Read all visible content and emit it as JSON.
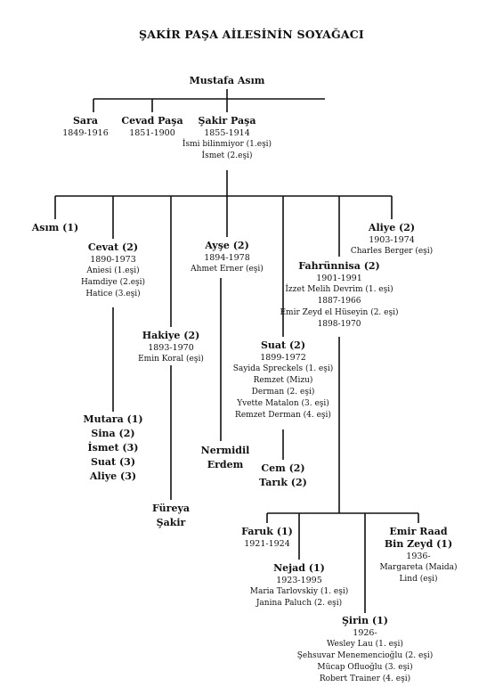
{
  "title": "ŞAKİR PAŞA AİLESİNİN SOYAĞACI",
  "root": "Mustafa Asım",
  "gen1": {
    "sara": {
      "name": "Sara",
      "years": "1849-1916"
    },
    "cevad": {
      "name": "Cevad Paşa",
      "years": "1851-1900"
    },
    "sakir": {
      "name": "Şakir Paşa",
      "years": "1855-1914",
      "spouses": [
        "İsmi bilinmiyor (1.eşi)",
        "İsmet (2.eşi)"
      ]
    }
  },
  "gen2": {
    "asim": {
      "name": "Asım (1)"
    },
    "cevat": {
      "name": "Cevat (2)",
      "years": "1890-1973",
      "spouses": [
        "Aniesi (1.eşi)",
        "Hamdiye (2.eşi)",
        "Hatice (3.eşi)"
      ]
    },
    "hakiye": {
      "name": "Hakiye (2)",
      "years": "1893-1970",
      "spouses": [
        "Emin Koral (eşi)"
      ]
    },
    "ayse": {
      "name": "Ayşe (2)",
      "years": "1894-1978",
      "spouses": [
        "Ahmet Erner (eşi)"
      ]
    },
    "suat": {
      "name": "Suat (2)",
      "years": "1899-1972",
      "spouses": [
        "Sayida Spreckels (1. eşi)",
        "Remzet (Mizu)",
        "Derman (2. eşi)",
        "Yvette Matalon (3. eşi)",
        "Remzet Derman (4. eşi)"
      ]
    },
    "fahrunnisa": {
      "name": "Fahrünnisa (2)",
      "years": "1901-1991",
      "spouses": [
        "İzzet Melih Devrim (1. eşi)",
        "1887-1966",
        "Emir Zeyd el Hüseyin (2. eşi)",
        "1898-1970"
      ]
    },
    "aliye": {
      "name": "Aliye (2)",
      "years": "1903-1974",
      "spouses": [
        "Charles Berger (eşi)"
      ]
    }
  },
  "gen3": {
    "cevat_children": [
      "Mutara (1)",
      "Sina (2)",
      "İsmet (3)",
      "Suat (3)",
      "Aliye (3)"
    ],
    "hakiye_children": [
      "Füreya",
      "Şakir"
    ],
    "ayse_children": [
      "Nermidil",
      "Erdem"
    ],
    "suat_children": [
      "Cem (2)",
      "Tarık (2)"
    ],
    "faruk": {
      "name": "Faruk (1)",
      "years": "1921-1924"
    },
    "nejad": {
      "name": "Nejad (1)",
      "years": "1923-1995",
      "spouses": [
        "Maria Tarlovskiy (1. eşi)",
        "Janina Paluch (2. eşi)"
      ]
    },
    "sirin": {
      "name": "Şirin (1)",
      "years": "1926-",
      "spouses": [
        "Wesley Lau (1. eşi)",
        "Şehsuvar Menemencioğlu (2. eşi)",
        "Mücap Ofluoğlu (3. eşi)",
        "Robert Trainer (4. eşi)"
      ]
    },
    "raad": {
      "names": [
        "Emir Raad",
        "Bin Zeyd (1)"
      ],
      "years": "1936-",
      "spouses": [
        "Margareta (Maida)",
        "Lind (eşi)"
      ]
    }
  }
}
